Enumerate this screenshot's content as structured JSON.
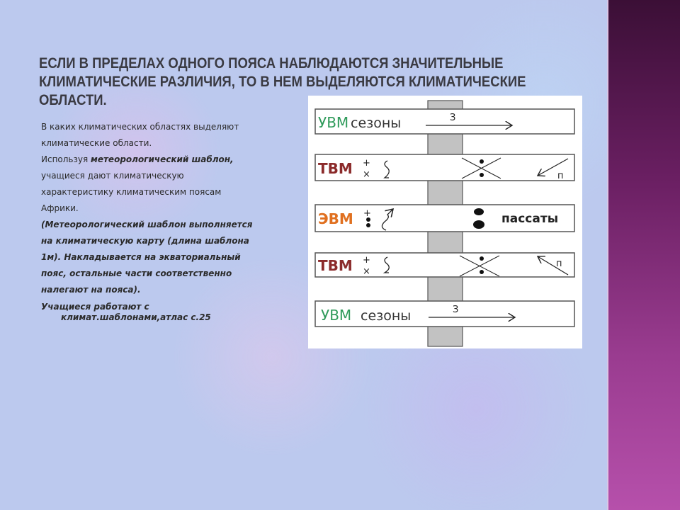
{
  "slide": {
    "title": "Если в пределах одного пояса наблюдаются значительные климатические различия, то в нем выделяются климатические области.",
    "body": {
      "p1": "В каких климатических областях выделяют климатические области.",
      "p2_a": "Используя ",
      "p2_b": "метеорологический шаблон,",
      "p2_c": " учащиеся дают климатическую характеристику климатическим поясам Африки.",
      "p3": "(Метеорологический шаблон выполняется на климатическую карту (длина шаблона 1м). Накладывается на экваториальный пояс, остальные части соответственно налегают на пояса).",
      "p4_a": "Учащиеся работают с",
      "p4_b": "климат.шаблонами,атлас с.25"
    }
  },
  "diagram": {
    "rows": [
      {
        "label": "УВМ",
        "text": "сезоны",
        "wind": "З",
        "color": "#2e9a5a"
      },
      {
        "label": "ТВМ",
        "wind": "п",
        "color": "#8b2a2a"
      },
      {
        "label": "ЭВМ",
        "text": "пассаты",
        "color": "#e07020"
      },
      {
        "label": "ТВМ",
        "wind": "п",
        "color": "#8b2a2a"
      },
      {
        "label": "УВМ",
        "text": "сезоны",
        "wind": "З",
        "color": "#2e9a5a"
      }
    ]
  }
}
